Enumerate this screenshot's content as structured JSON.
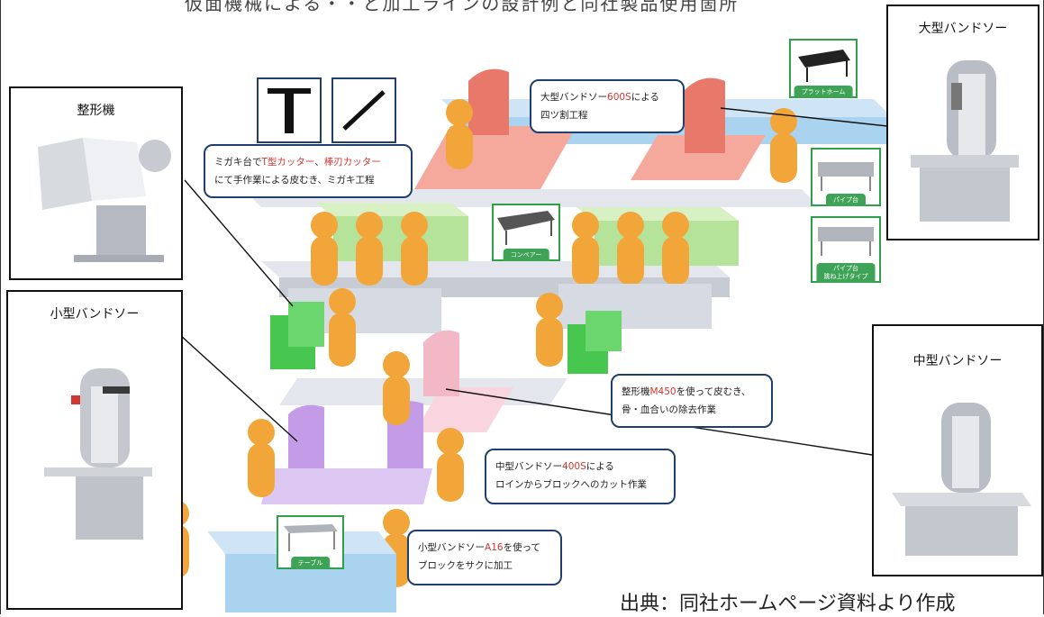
{
  "header": {
    "title": "仮面機械による・・と加工ラインの設計例と同社製品使用箇所"
  },
  "source_note": "出典：同社ホームページ資料より作成",
  "panels": {
    "large": "大型バンドソー",
    "shaper": "整形機",
    "small": "小型バンドソー",
    "medium": "中型バンドソー"
  },
  "thumb_labels": {
    "platform": "プラットホーム",
    "pipe_stand": "パイプ台",
    "conveyor": "コンベアー",
    "pipe_stand_flip": "パイプ台\n跳ね上げタイプ",
    "table": "テーブル"
  },
  "callouts": {
    "large": {
      "pre": "大型バンドソー",
      "hl": "600S",
      "post": "による",
      "line2": "四ツ割工程"
    },
    "cutter": {
      "pre": "ミガキ台で",
      "hl1": "T型カッター",
      "mid": "、",
      "hl2": "棒刃カッター",
      "line2": "にて手作業による皮むき、ミガキ工程"
    },
    "shaper": {
      "pre": "整形機",
      "hl": "M450",
      "post": "を使って皮むき、",
      "line2": "骨・血合いの除去作業"
    },
    "medium": {
      "pre": "中型バンドソー",
      "hl": "400S",
      "post": "による",
      "line2": "ロインからブロックへのカット作業"
    },
    "small": {
      "pre": "小型バンドソー",
      "hl": "A16",
      "post": "を使って",
      "line2": "ブロックをサクに加工"
    }
  },
  "colors": {
    "frame_line": "#1f3f6e",
    "accent_red": "#d2362f",
    "thumb_green": "#2fa04a",
    "worker": "#f2a63a",
    "bandsaw_large": "#e8786a",
    "bandsaw_medium": "#f2b8c6",
    "bandsaw_small": "#c39be6",
    "bench_green": "#b6e39a",
    "shaper_green": "#47c74f",
    "table_blue": "#a9d3ef",
    "conveyor_gray": "#d6dbe3"
  }
}
